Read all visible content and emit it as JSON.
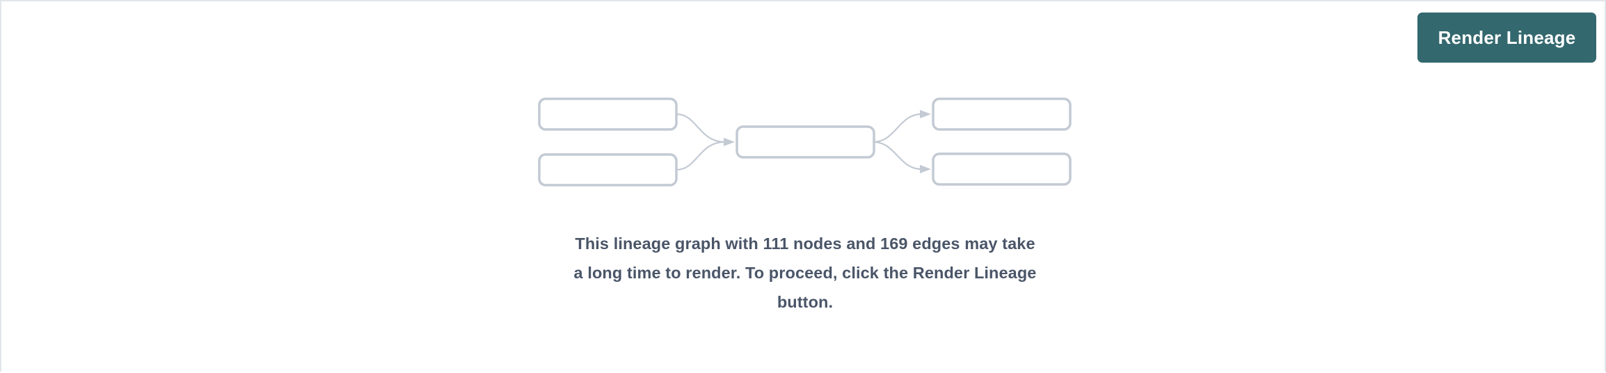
{
  "theme": {
    "accent_color": "#33686e",
    "node_border_color": "#c3cad3",
    "node_fill_color": "#ffffff",
    "edge_color": "#c3cad3",
    "text_color": "#4a5568",
    "panel_border_color": "#e2e5ea",
    "background_color": "#ffffff"
  },
  "toolbar": {
    "render_button_label": "Render Lineage"
  },
  "graph_placeholder": {
    "nodes": [
      {
        "id": "upstream-1",
        "label": ""
      },
      {
        "id": "upstream-2",
        "label": ""
      },
      {
        "id": "focus",
        "label": ""
      },
      {
        "id": "downstream-1",
        "label": ""
      },
      {
        "id": "downstream-2",
        "label": ""
      }
    ],
    "edges": [
      {
        "from": "upstream-1",
        "to": "focus"
      },
      {
        "from": "upstream-2",
        "to": "focus"
      },
      {
        "from": "focus",
        "to": "downstream-1"
      },
      {
        "from": "focus",
        "to": "downstream-2"
      }
    ]
  },
  "message": {
    "node_count": "111",
    "edge_count": "169",
    "line1": "This lineage graph with 111 nodes and 169 edges may take",
    "line2": "a long time to render. To proceed, click the Render Lineage",
    "line3": "button."
  }
}
